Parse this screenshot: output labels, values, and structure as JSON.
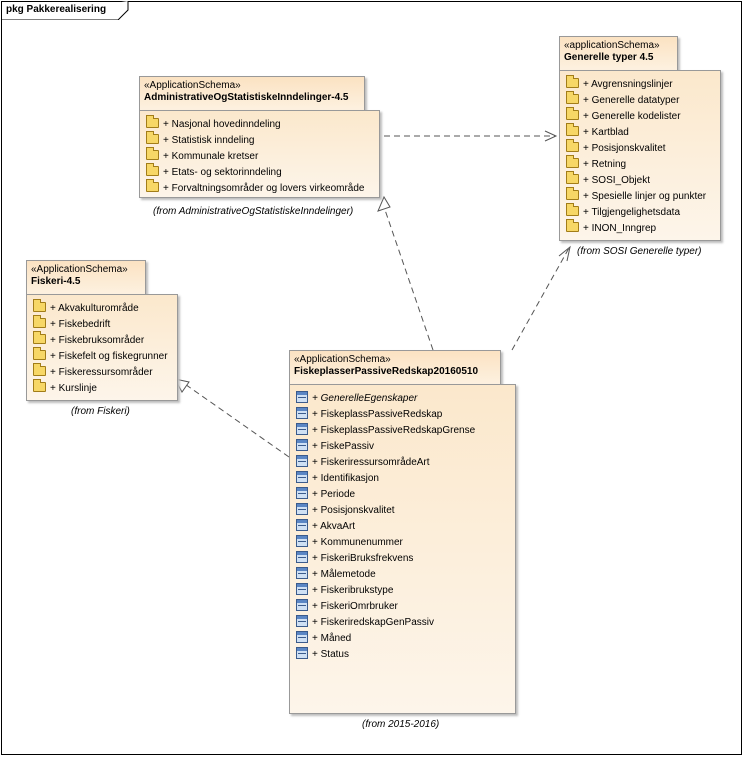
{
  "frame": {
    "label": "pkg Pakkerealisering"
  },
  "packages": {
    "admin": {
      "stereotype": "«ApplicationSchema»",
      "name": "AdministrativeOgStatistiskeInndelinger-4.5",
      "items": [
        "+ Nasjonal hovedinndeling",
        "+ Statistisk inndeling",
        "+ Kommunale kretser",
        "+ Etats- og sektorinndeling",
        "+ Forvaltningsområder og lovers virkeområde"
      ],
      "from": "(from AdministrativeOgStatistiskeInndelinger)"
    },
    "generelle": {
      "stereotype": "«applicationSchema»",
      "name": "Generelle typer 4.5",
      "items": [
        "+ Avgrensningslinjer",
        "+ Generelle datatyper",
        "+ Generelle kodelister",
        "+ Kartblad",
        "+ Posisjonskvalitet",
        "+ Retning",
        "+ SOSI_Objekt",
        "+ Spesielle linjer og punkter",
        "+ Tilgjengelighetsdata",
        "+ INON_Inngrep"
      ],
      "from": "(from SOSI Generelle typer)"
    },
    "fiskeri": {
      "stereotype": "«ApplicationSchema»",
      "name": "Fiskeri-4.5",
      "items": [
        "+ Akvakulturområde",
        "+ Fiskebedrift",
        "+ Fiskebruksområder",
        "+ Fiskefelt og fiskegrunner",
        "+ Fiskeressursområder",
        "+ Kurslinje"
      ],
      "from": "(from Fiskeri)"
    },
    "main": {
      "stereotype": "«ApplicationSchema»",
      "name": "FiskeplasserPassiveRedskap20160510",
      "items": [
        "+ GenerelleEgenskaper",
        "+ FiskeplassPassiveRedskap",
        "+ FiskeplassPassiveRedskapGrense",
        "+ FiskePassiv",
        "+ FiskeriressursområdeArt",
        "+ Identifikasjon",
        "+ Periode",
        "+ Posisjonskvalitet",
        "+ AkvaArt",
        "+ Kommunenummer",
        "+ FiskeriBruksfrekvens",
        "+ Målemetode",
        "+ Fiskeribrukstype",
        "+ FiskeriOmrbruker",
        "+ FiskeriredskapGenPassiv",
        "+ Måned",
        "+ Status"
      ],
      "from": "(from 2015-2016)"
    }
  }
}
